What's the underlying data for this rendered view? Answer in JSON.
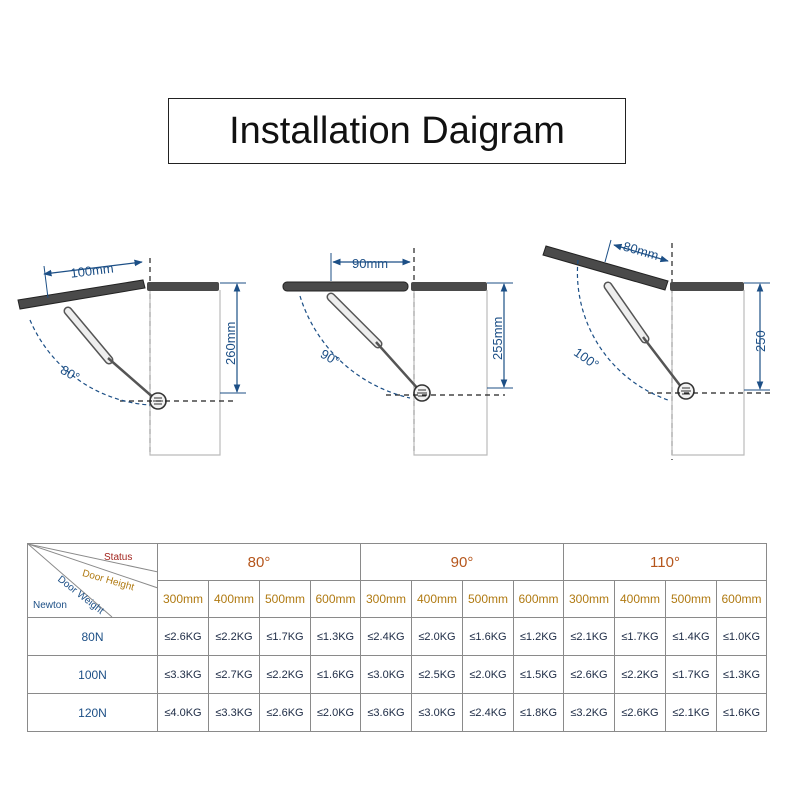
{
  "title": "Installation Daigram",
  "diagrams": [
    {
      "width_label": "100mm",
      "height_label": "260mm",
      "angle_label": "80°"
    },
    {
      "width_label": "90mm",
      "height_label": "255mm",
      "angle_label": "90°"
    },
    {
      "width_label": "80mm",
      "height_label": "250",
      "angle_label": "100°"
    }
  ],
  "table": {
    "corner": {
      "status": "Status",
      "door_height": "Door Height",
      "door_weight": "Door Weight",
      "newton": "Newton"
    },
    "angles": [
      "80°",
      "90°",
      "110°"
    ],
    "heights": [
      "300mm",
      "400mm",
      "500mm",
      "600mm",
      "300mm",
      "400mm",
      "500mm",
      "600mm",
      "300mm",
      "400mm",
      "500mm",
      "600mm"
    ],
    "rows": [
      {
        "label": "80N",
        "values": [
          "≤2.6KG",
          "≤2.2KG",
          "≤1.7KG",
          "≤1.3KG",
          "≤2.4KG",
          "≤2.0KG",
          "≤1.6KG",
          "≤1.2KG",
          "≤2.1KG",
          "≤1.7KG",
          "≤1.4KG",
          "≤1.0KG"
        ]
      },
      {
        "label": "100N",
        "values": [
          "≤3.3KG",
          "≤2.7KG",
          "≤2.2KG",
          "≤1.6KG",
          "≤3.0KG",
          "≤2.5KG",
          "≤2.0KG",
          "≤1.5KG",
          "≤2.6KG",
          "≤2.2KG",
          "≤1.7KG",
          "≤1.3KG"
        ]
      },
      {
        "label": "120N",
        "values": [
          "≤4.0KG",
          "≤3.3KG",
          "≤2.6KG",
          "≤2.0KG",
          "≤3.6KG",
          "≤3.0KG",
          "≤2.4KG",
          "≤1.8KG",
          "≤3.2KG",
          "≤2.6KG",
          "≤2.1KG",
          "≤1.6KG"
        ]
      }
    ]
  },
  "colors": {
    "dimension": "#1c4f86",
    "panel": "#4a4a4a",
    "angle_header": "#b5561c",
    "height_header": "#b07a12",
    "status": "#a3261f",
    "cell_text": "#1c2a44"
  }
}
